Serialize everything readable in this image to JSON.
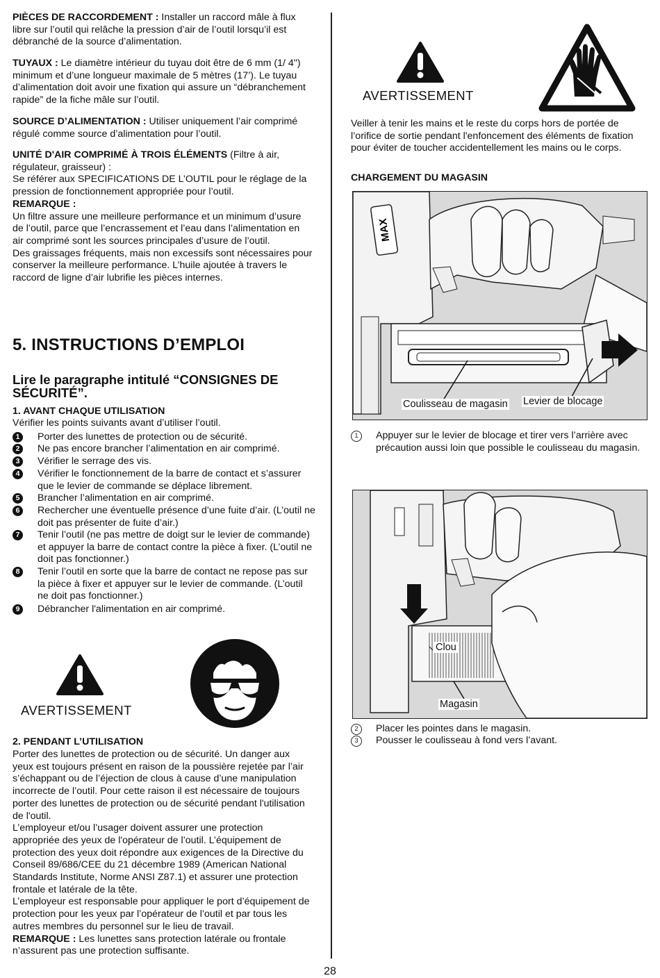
{
  "left": {
    "p1_label": "PIÈCES DE RACCORDEMENT :",
    "p1_text": " Installer un raccord mâle à flux libre sur l’outil qui relâche la pression d’air de l’outil lorsqu’il est débranché de la source d’alimentation.",
    "p2_label": "TUYAUX :",
    "p2_text": " Le diamètre intérieur du tuyau doit être de 6 mm (1/ 4\") minimum et d’une longueur maximale de 5 mètres (17’). Le tuyau d’alimentation doit avoir une fixation qui assure un “débranchement rapide” de la fiche mâle sur l’outil.",
    "p3_label": "SOURCE D’ALIMENTATION :",
    "p3_text": " Utiliser uniquement l’air comprimé régulé comme source d’alimentation pour l’outil.",
    "p4_label": "UNITÉ D'AIR COMPRIMÉ À TROIS ÉLÉMENTS",
    "p4_text": " (Filtre à air, régulateur, graisseur) :",
    "p4_line2": "Se référer aux SPECIFICATIONS DE L’OUTIL pour le réglage de la pression de fonctionnement appropriée pour l’outil.",
    "remarque1": "REMARQUE :",
    "p5": "Un filtre assure une meilleure performance et un minimum d’usure de l’outil, parce que l’encrassement et l’eau dans l’alimentation en air comprimé sont les sources principales d’usure de l’outil.",
    "p6": "Des graissages fréquents, mais non excessifs sont nécessaires pour conserver la meilleure performance. L’huile ajoutée à travers le raccord de ligne d’air lubrifie les pièces internes.",
    "section_title": "5.   INSTRUCTIONS D’EMPLOI",
    "subtitle": "Lire le paragraphe intitulé “CONSIGNES DE SÉCURITÉ”.",
    "s1_title": "1.      AVANT CHAQUE UTILISATION",
    "s1_intro": "Vérifier les points suivants avant d’utiliser l’outil.",
    "checklist": [
      {
        "n": "1",
        "text": "Porter des lunettes de protection ou de sécurité."
      },
      {
        "n": "2",
        "text": "Ne pas encore brancher l’alimentation en air comprimé."
      },
      {
        "n": "3",
        "text": "Vérifier le serrage des vis."
      },
      {
        "n": "4",
        "text": "Vérifier le fonctionnement de la barre de contact et s’assurer que le levier de commande se déplace librement."
      },
      {
        "n": "5",
        "text": "Brancher l’alimentation en air comprimé."
      },
      {
        "n": "6",
        "text": "Rechercher une éventuelle présence d’une fuite d’air. (L’outil ne doit pas présenter de fuite d’air.)"
      },
      {
        "n": "7",
        "text": "Tenir l’outil (ne pas mettre de doigt sur le levier de commande) et appuyer la barre de contact contre la pièce à fixer. (L’outil ne doit pas fonctionner.)"
      },
      {
        "n": "8",
        "text": "Tenir l’outil en sorte que la barre de contact ne repose pas sur la pièce à fixer et appuyer sur le levier de commande. (L’outil ne doit pas fonctionner.)"
      },
      {
        "n": "9",
        "text": "Débrancher l'alimentation en air comprimé."
      }
    ],
    "warning_label": "AVERTISSEMENT",
    "s2_title": "2.      PENDANT L’UTILISATION",
    "s2_p1": "Porter des lunettes de protection ou de sécurité. Un danger aux yeux est toujours présent en raison de la poussière rejetée par l’air s’échappant ou de l’éjection de clous à cause d’une manipulation incorrecte de l’outil. Pour cette raison il est nécessaire de toujours porter des lunettes de protection ou de sécurité pendant l'utilisation de l'outil.",
    "s2_p2": "L’employeur et/ou l’usager doivent assurer une protection appropriée des yeux de l'opérateur de l’outil. L’équipement de protection des yeux doit répondre aux exigences de la Directive du Conseil 89/686/CEE du 21 décembre 1989 (American National Standards Institute, Norme ANSI Z87.1) et assurer une protection frontale et latérale de la tête.",
    "s2_p3": "L’employeur est responsable pour appliquer le port d’équipement de protection pour les yeux par l’opérateur de l’outil et par tous les autres membres du personnel sur le lieu de travail.",
    "remarque2": "REMARQUE :",
    "s2_p4": " Les lunettes sans protection latérale ou frontale n’assurent pas une protection suffisante."
  },
  "right": {
    "warning_label": "AVERTISSEMENT",
    "warning_text": "Veiller à tenir les mains et le reste du corps hors de portée de l’orifice de sortie pendant l'enfoncement des éléments de fixation pour éviter de toucher accidentellement les mains ou le corps.",
    "loading_title": "CHARGEMENT DU MAGASIN",
    "fig1_brand": "MAX",
    "fig1_label_left": "Coulisseau de magasin",
    "fig1_label_right": "Levier de blocage",
    "step1_num": "1",
    "step1_text": "Appuyer sur le levier de blocage et tirer vers l’arrière avec précaution aussi loin que possible le coulisseau du magasin.",
    "fig2_label_nail": "Clou",
    "fig2_label_mag": "Magasin",
    "step2_num": "2",
    "step2_text": "Placer les pointes dans le magasin.",
    "step3_num": "3",
    "step3_text": "Pousser le coulisseau à fond vers l’avant."
  },
  "page_number": "28"
}
